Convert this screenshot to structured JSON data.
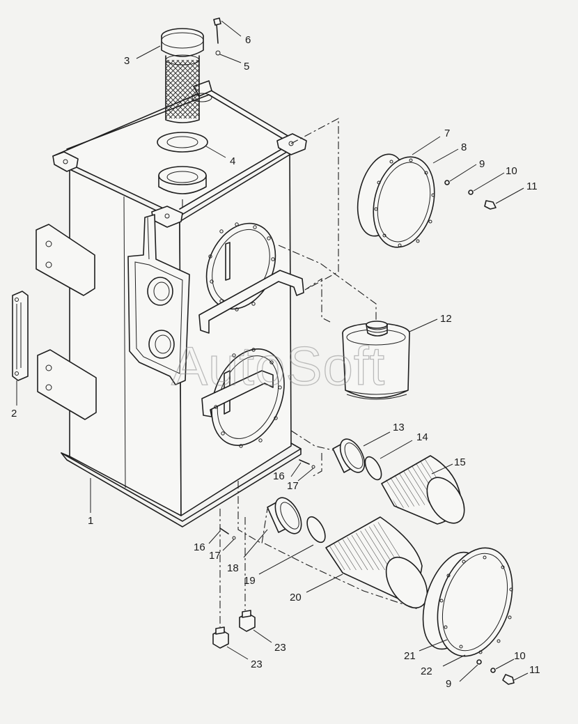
{
  "watermark": "AutoSoft",
  "callouts": [
    "1",
    "2",
    "3",
    "4",
    "5",
    "6",
    "7",
    "8",
    "9",
    "10",
    "11",
    "12",
    "13",
    "14",
    "15",
    "16",
    "17",
    "18",
    "19",
    "20",
    "21",
    "22",
    "23"
  ],
  "colors": {
    "ink": "#1e1e1e",
    "paper": "#f3f3f1",
    "watermark": "#8a8a8a"
  }
}
